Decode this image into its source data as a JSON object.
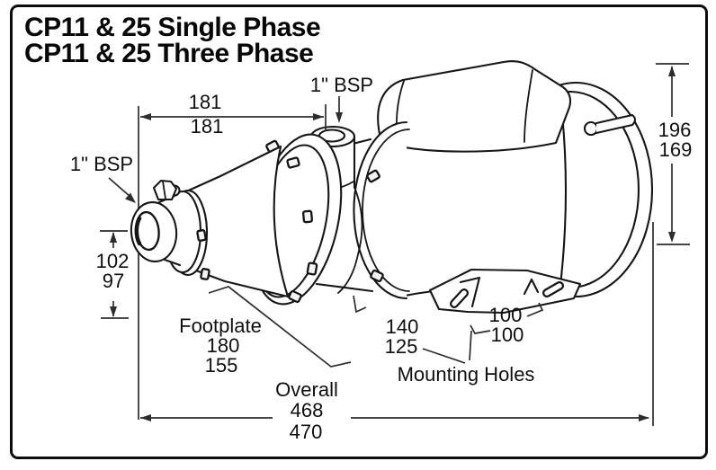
{
  "title": {
    "line1": "CP11 & 25 Single Phase",
    "line2": "CP11 & 25 Three Phase"
  },
  "labels": {
    "bsp_top": "1\" BSP",
    "bsp_left": "1\" BSP",
    "footplate": "Footplate",
    "mounting_holes": "Mounting Holes",
    "overall": "Overall"
  },
  "dims": {
    "port_offset": [
      "181",
      "181"
    ],
    "suction_height": [
      "102",
      "97"
    ],
    "motor_height": [
      "196",
      "169"
    ],
    "footplate_width": [
      "180",
      "155"
    ],
    "hole_spacing_length": [
      "140",
      "125"
    ],
    "hole_spacing_width": [
      "100",
      "100"
    ],
    "overall_length": [
      "468",
      "470"
    ]
  },
  "colors": {
    "background": "#ffffff",
    "border": "#0c0c0c",
    "drawing_line": "#161616",
    "dimension_line": "#2d2d2d",
    "text": "#0f0f0f"
  }
}
